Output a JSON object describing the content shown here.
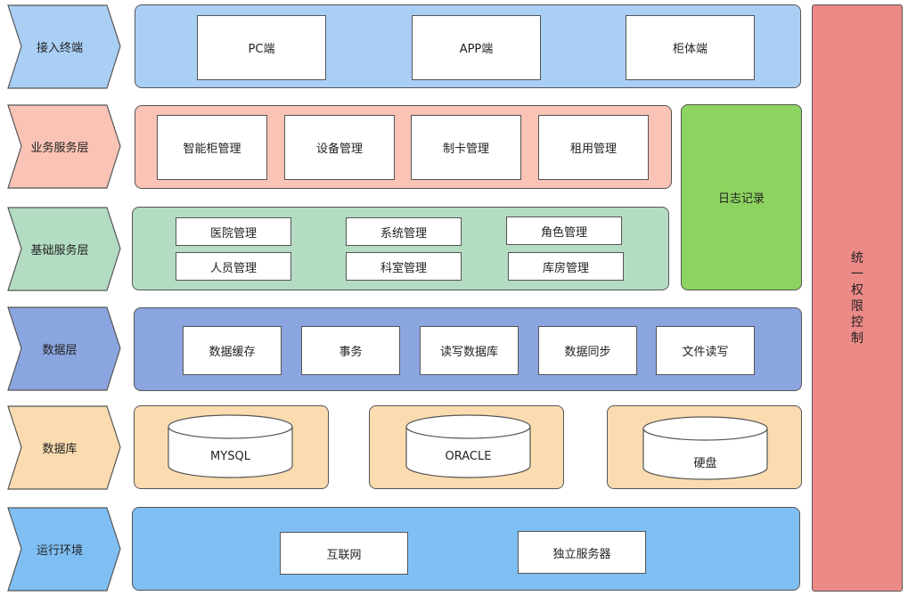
{
  "colors": {
    "access": "#a9cff5",
    "business": "#f9c3b5",
    "basic": "#b3dcc3",
    "data": "#8ba5e0",
    "database": "#fadcb0",
    "runtime": "#7fbff4",
    "log": "#8dd35f",
    "permission": "#ec8a87",
    "border": "#555555"
  },
  "layers": {
    "access": {
      "label": "接入终端",
      "items": [
        "PC端",
        "APP端",
        "柜体端"
      ]
    },
    "business": {
      "label": "业务服务层",
      "items": [
        "智能柜管理",
        "设备管理",
        "制卡管理",
        "租用管理"
      ]
    },
    "basic": {
      "label": "基础服务层",
      "items": [
        "医院管理",
        "系统管理",
        "角色管理",
        "人员管理",
        "科室管理",
        "库房管理"
      ]
    },
    "data": {
      "label": "数据层",
      "items": [
        "数据缓存",
        "事务",
        "读写数据库",
        "数据同步",
        "文件读写"
      ]
    },
    "database": {
      "label": "数据库",
      "items": [
        "MYSQL",
        "ORACLE",
        "硬盘"
      ]
    },
    "runtime": {
      "label": "运行环境",
      "items": [
        "互联网",
        "独立服务器"
      ]
    }
  },
  "log": {
    "label": "日志记录"
  },
  "permission": {
    "chars": [
      "统",
      "一",
      "权",
      "限",
      "控",
      "制"
    ]
  }
}
